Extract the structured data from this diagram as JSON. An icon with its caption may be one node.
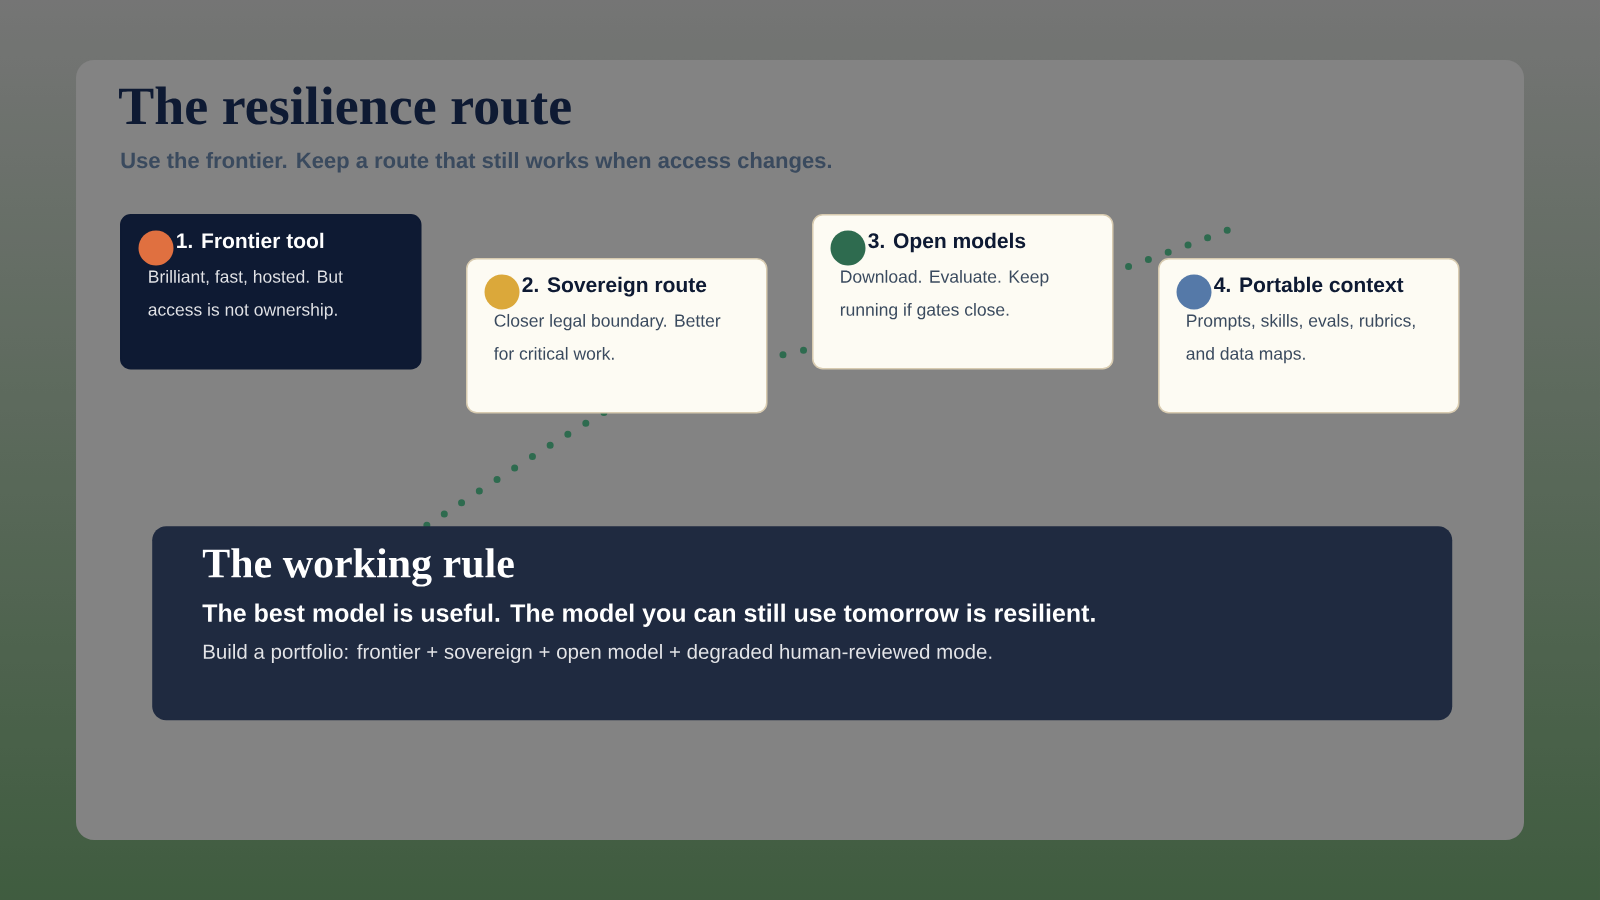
{
  "diagram": {
    "title": "The resilience route",
    "caption": "Use the frontier. Keep a route that still works when access changes.",
    "nodes": [
      {
        "text": [
          "1. Frontier tool",
          "Brilliant, fast, hosted. But access is not ownership."
        ]
      },
      {
        "text": [
          "2. Sovereign route",
          "Closer legal boundary. Better for critical work."
        ]
      },
      {
        "text": [
          "3. Open models",
          "Download. Evaluate. Keep running if gates close."
        ]
      },
      {
        "text": [
          "4. Portable context",
          "Prompts, skills, evals, rubrics, and data maps."
        ]
      },
      {
        "text": [
          "The working rule",
          "The best model is useful. The model you can still use tomorrow is resilient.",
          "Build a portfolio: frontier + sovereign + open model + degraded human-reviewed mode."
        ]
      }
    ],
    "edges": []
  }
}
